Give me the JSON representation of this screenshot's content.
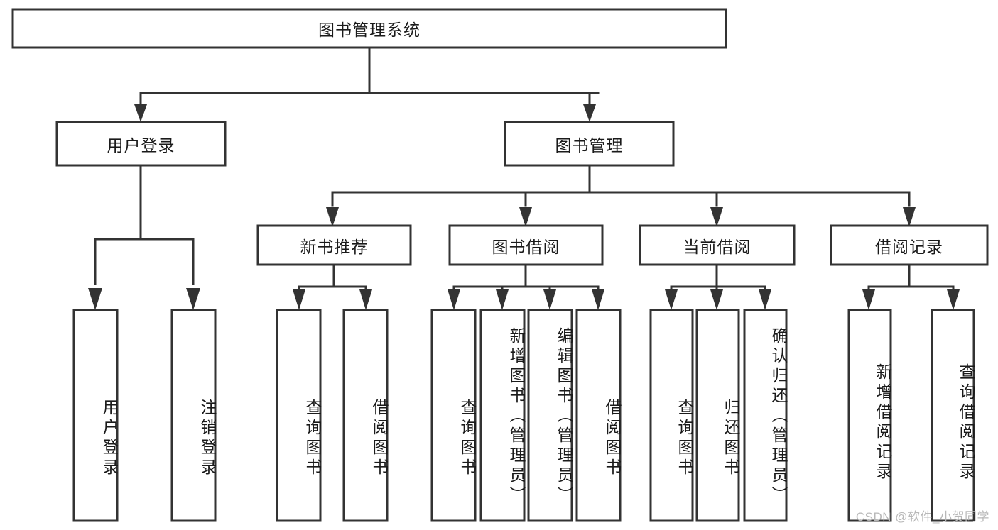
{
  "diagram": {
    "type": "tree-hierarchy-chart",
    "title": "图书管理系统",
    "orientation": "top-down",
    "colors": {
      "box_stroke": "#333333",
      "box_fill": "#ffffff",
      "text": "#1a1a1a",
      "connector": "#333333",
      "watermark": "#b8b8b8",
      "background": "#ffffff"
    },
    "root": {
      "label": "图书管理系统"
    },
    "level2": [
      {
        "label": "用户登录"
      },
      {
        "label": "图书管理"
      }
    ],
    "level3": [
      {
        "label": "新书推荐"
      },
      {
        "label": "图书借阅"
      },
      {
        "label": "当前借阅"
      },
      {
        "label": "借阅记录"
      }
    ],
    "leaves": {
      "user_login": [
        {
          "label": "用户登录"
        },
        {
          "label": "注销登录"
        }
      ],
      "new_book_recommend": [
        {
          "label": "查询图书"
        },
        {
          "label": "借阅图书"
        }
      ],
      "book_borrow": [
        {
          "label": "查询图书"
        },
        {
          "label": "新增图书（管理员）"
        },
        {
          "label": "编辑图书（管理员）"
        },
        {
          "label": "借阅图书"
        }
      ],
      "current_borrow": [
        {
          "label": "查询图书"
        },
        {
          "label": "归还图书"
        },
        {
          "label": "确认归还（管理员）"
        }
      ],
      "borrow_record": [
        {
          "label": "新增借阅记录"
        },
        {
          "label": "查询借阅记录"
        }
      ]
    }
  },
  "watermark": {
    "text": "CSDN @软件_小贺同学"
  }
}
